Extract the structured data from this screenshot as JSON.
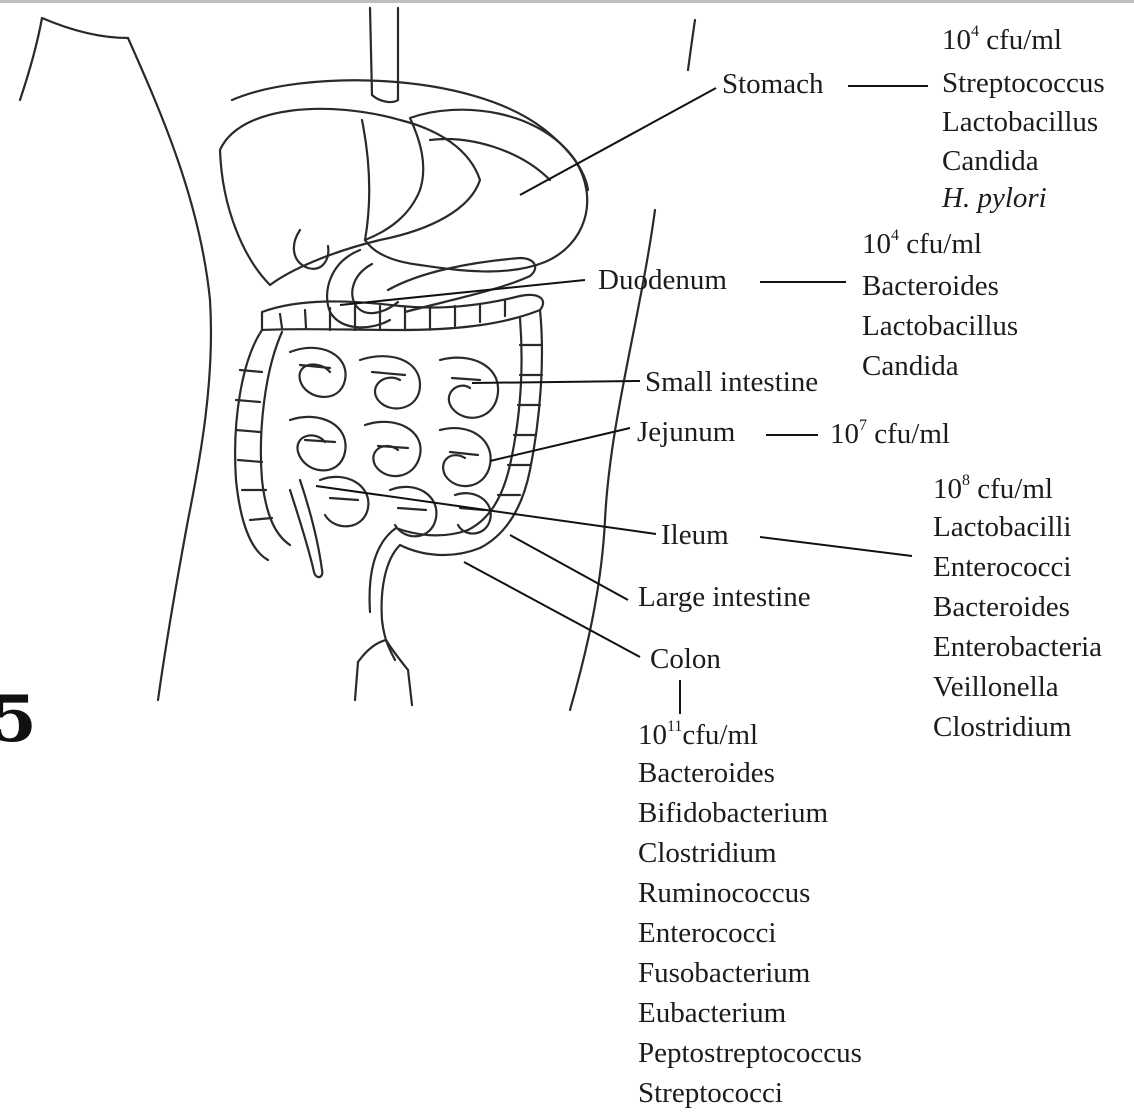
{
  "fragment_char": "5",
  "labels": {
    "stomach": "Stomach",
    "duodenum": "Duodenum",
    "small_intestine": "Small intestine",
    "jejunum": "Jejunum",
    "ileum": "Ileum",
    "large_intestine": "Large intestine",
    "colon": "Colon"
  },
  "stomach_info": {
    "base": "10",
    "exp": "4",
    "unit": " cfu/ml",
    "organisms": [
      "Streptococcus",
      "Lactobacillus",
      "Candida"
    ],
    "italic_organism": "H. pylori"
  },
  "duodenum_info": {
    "base": "10",
    "exp": "4",
    "unit": " cfu/ml",
    "organisms": [
      "Bacteroides",
      "Lactobacillus",
      "Candida"
    ]
  },
  "jejunum_info": {
    "base": "10",
    "exp": "7",
    "unit": " cfu/ml"
  },
  "ileum_info": {
    "base": "10",
    "exp": "8",
    "unit": " cfu/ml",
    "organisms": [
      "Lactobacilli",
      "Enterococci",
      "Bacteroides",
      "Enterobacteria",
      "Veillonella",
      "Clostridium"
    ]
  },
  "colon_info": {
    "base": "10",
    "exp": "11",
    "unit": "cfu/ml",
    "organisms": [
      "Bacteroides",
      "Bifidobacterium",
      "Clostridium",
      "Ruminococcus",
      "Enterococci",
      "Fusobacterium",
      "Eubacterium",
      "Peptostreptococcus",
      "Streptococci"
    ]
  }
}
